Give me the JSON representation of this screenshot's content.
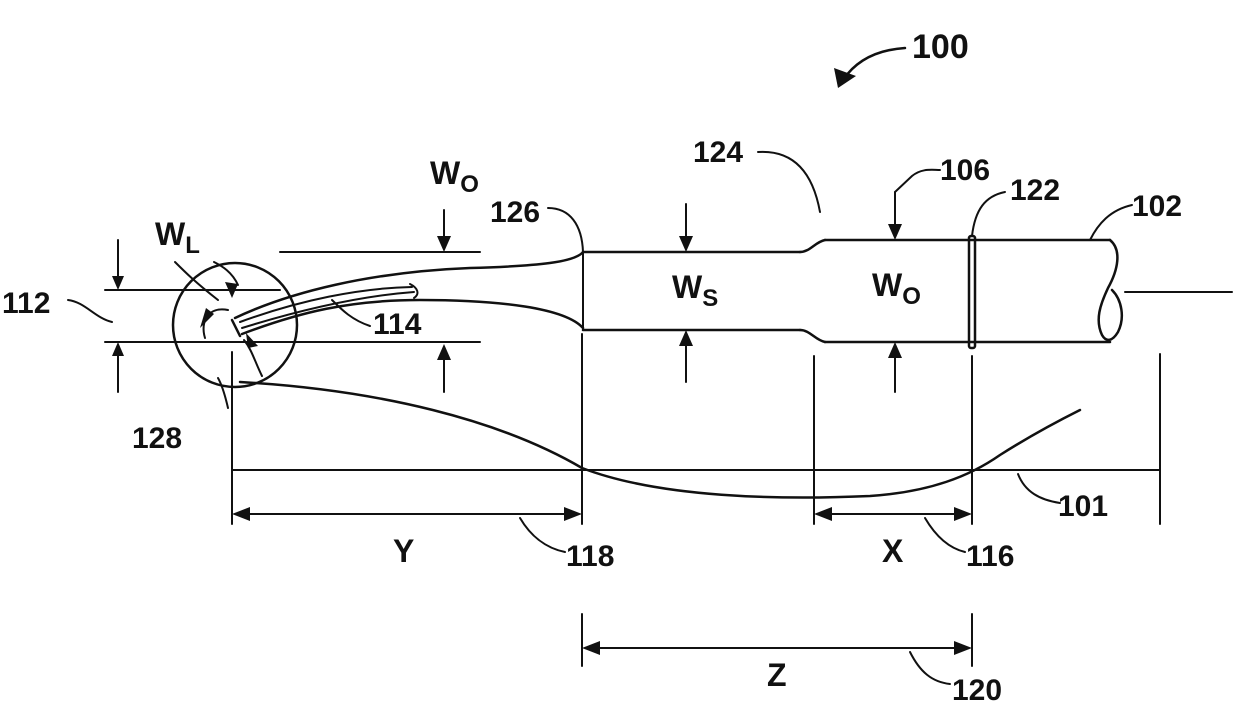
{
  "figure": {
    "ref_main": "100",
    "labels": {
      "l101": "101",
      "l102": "102",
      "l106": "106",
      "l112": "112",
      "l114": "114",
      "l116": "116",
      "l118": "118",
      "l120": "120",
      "l122": "122",
      "l124": "124",
      "l126": "126",
      "l128": "128"
    },
    "dims": {
      "wo_top": {
        "main": "W",
        "sub": "O"
      },
      "wl": {
        "main": "W",
        "sub": "L"
      },
      "ws": {
        "main": "W",
        "sub": "S"
      },
      "wo_mid": {
        "main": "W",
        "sub": "O"
      },
      "x": "X",
      "y": "Y",
      "z": "Z"
    }
  }
}
